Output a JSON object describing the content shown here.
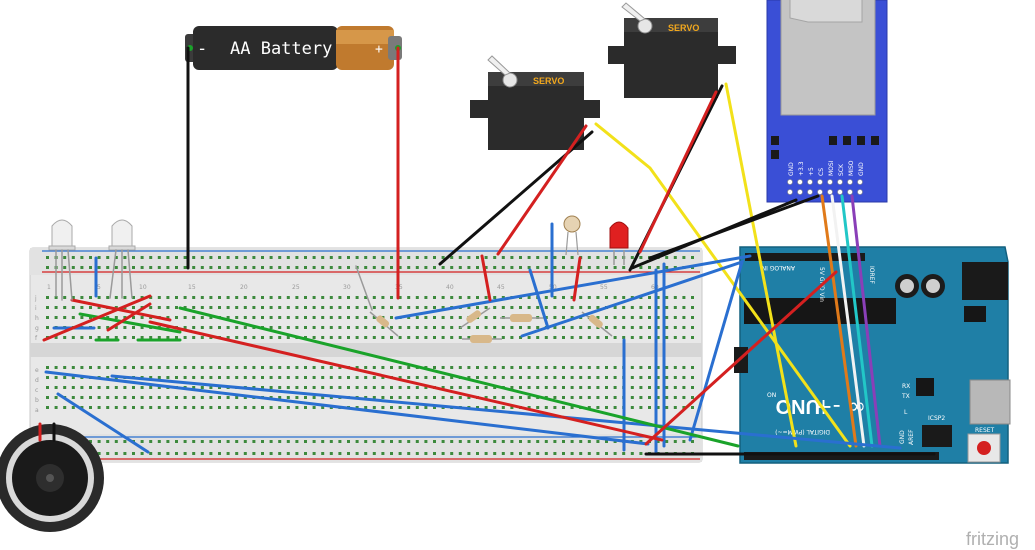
{
  "battery": {
    "label": "AA Battery",
    "minus": "-",
    "plus": "+"
  },
  "servo": {
    "label": "SERVO"
  },
  "sd_module": {
    "pins": [
      "GND",
      "+3.3",
      "+5",
      "CS",
      "MOSI",
      "SCK",
      "MISO",
      "GND"
    ]
  },
  "arduino": {
    "brand": "UNO",
    "logo_text": "∞ -+",
    "on": "ON",
    "tx": "TX",
    "rx": "RX",
    "l": "L",
    "icsp": "ICSP2",
    "icsp1": "ICSP",
    "reset": "RESET",
    "aref": "AREF",
    "gnd": "GND",
    "digital": "DIGITAL (PWM=~)",
    "analog": "ANALOG IN",
    "ioref": "IOREF",
    "power_pins": "5V GND Vin"
  },
  "breadboard": {
    "col_numbers": [
      "1",
      "5",
      "10",
      "15",
      "20",
      "25",
      "30",
      "35",
      "40",
      "45",
      "50",
      "55",
      "60"
    ],
    "row_letters_top": [
      "j",
      "i",
      "h",
      "g",
      "f"
    ],
    "row_letters_bottom": [
      "e",
      "d",
      "c",
      "b",
      "a"
    ]
  },
  "watermark": "fritzing",
  "colors": {
    "wire_red": "#d42020",
    "wire_black": "#111111",
    "wire_green": "#1aa32a",
    "wire_blue": "#2a6fd0",
    "wire_yellow": "#f2e11a",
    "wire_orange": "#e07a1a",
    "wire_white": "#f2f2f2",
    "wire_cyan": "#22c7c7",
    "wire_purple": "#8a3fb8",
    "arduino_board": "#1f7fa6",
    "sd_module": "#3a4fd6",
    "servo_body": "#2b2b2b",
    "servo_label": "#f2a81d"
  }
}
